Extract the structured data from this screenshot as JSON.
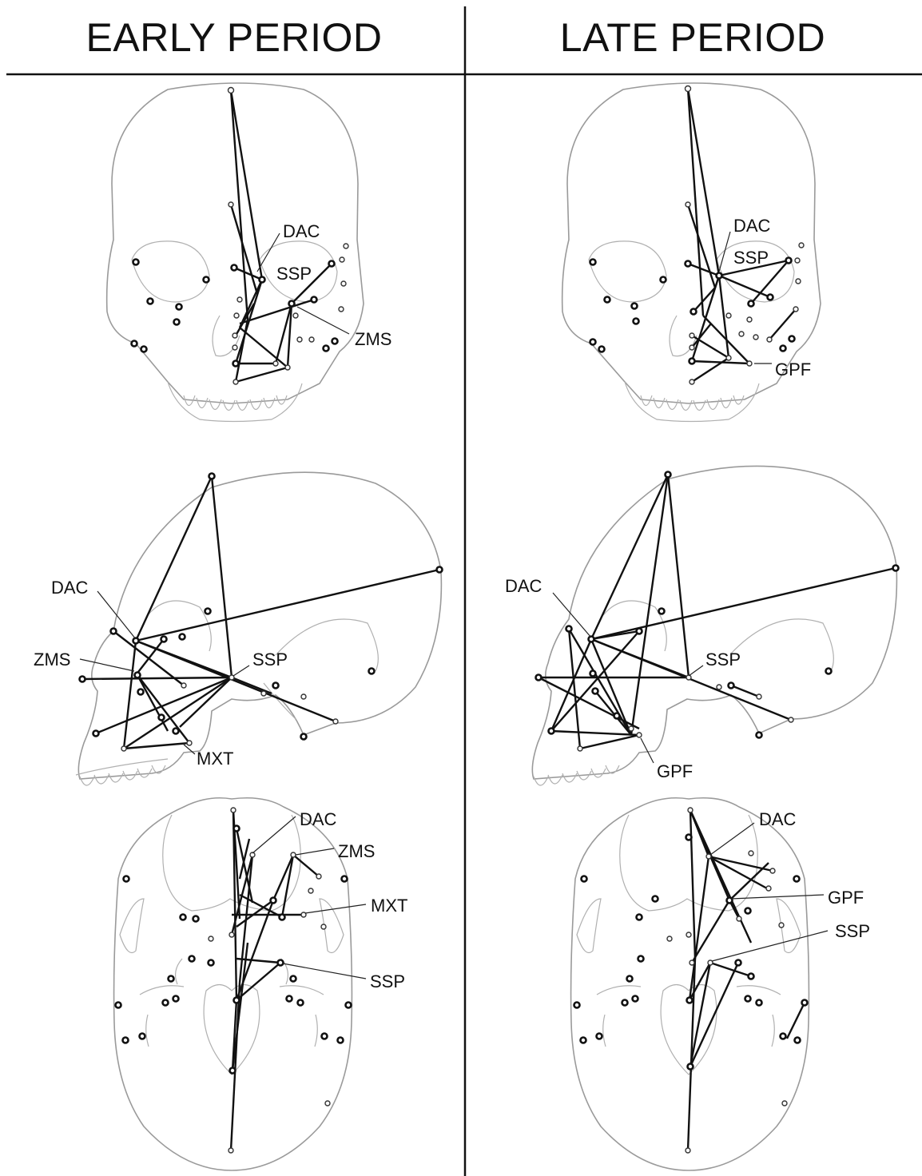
{
  "titles": {
    "left": "EARLY PERIOD",
    "right": "LATE PERIOD"
  },
  "labels": {
    "early_frontal": [
      "DAC",
      "SSP",
      "ZMS"
    ],
    "late_frontal": [
      "DAC",
      "SSP",
      "GPF"
    ],
    "early_lateral": [
      "DAC",
      "ZMS",
      "SSP",
      "MXT"
    ],
    "late_lateral": [
      "DAC",
      "SSP",
      "GPF"
    ],
    "early_inferior": [
      "DAC",
      "ZMS",
      "MXT",
      "SSP"
    ],
    "late_inferior": [
      "DAC",
      "GPF",
      "SSP"
    ]
  },
  "colors": {
    "edges": "#111111",
    "outline": "#9a9a9a",
    "divider": "#111111"
  }
}
